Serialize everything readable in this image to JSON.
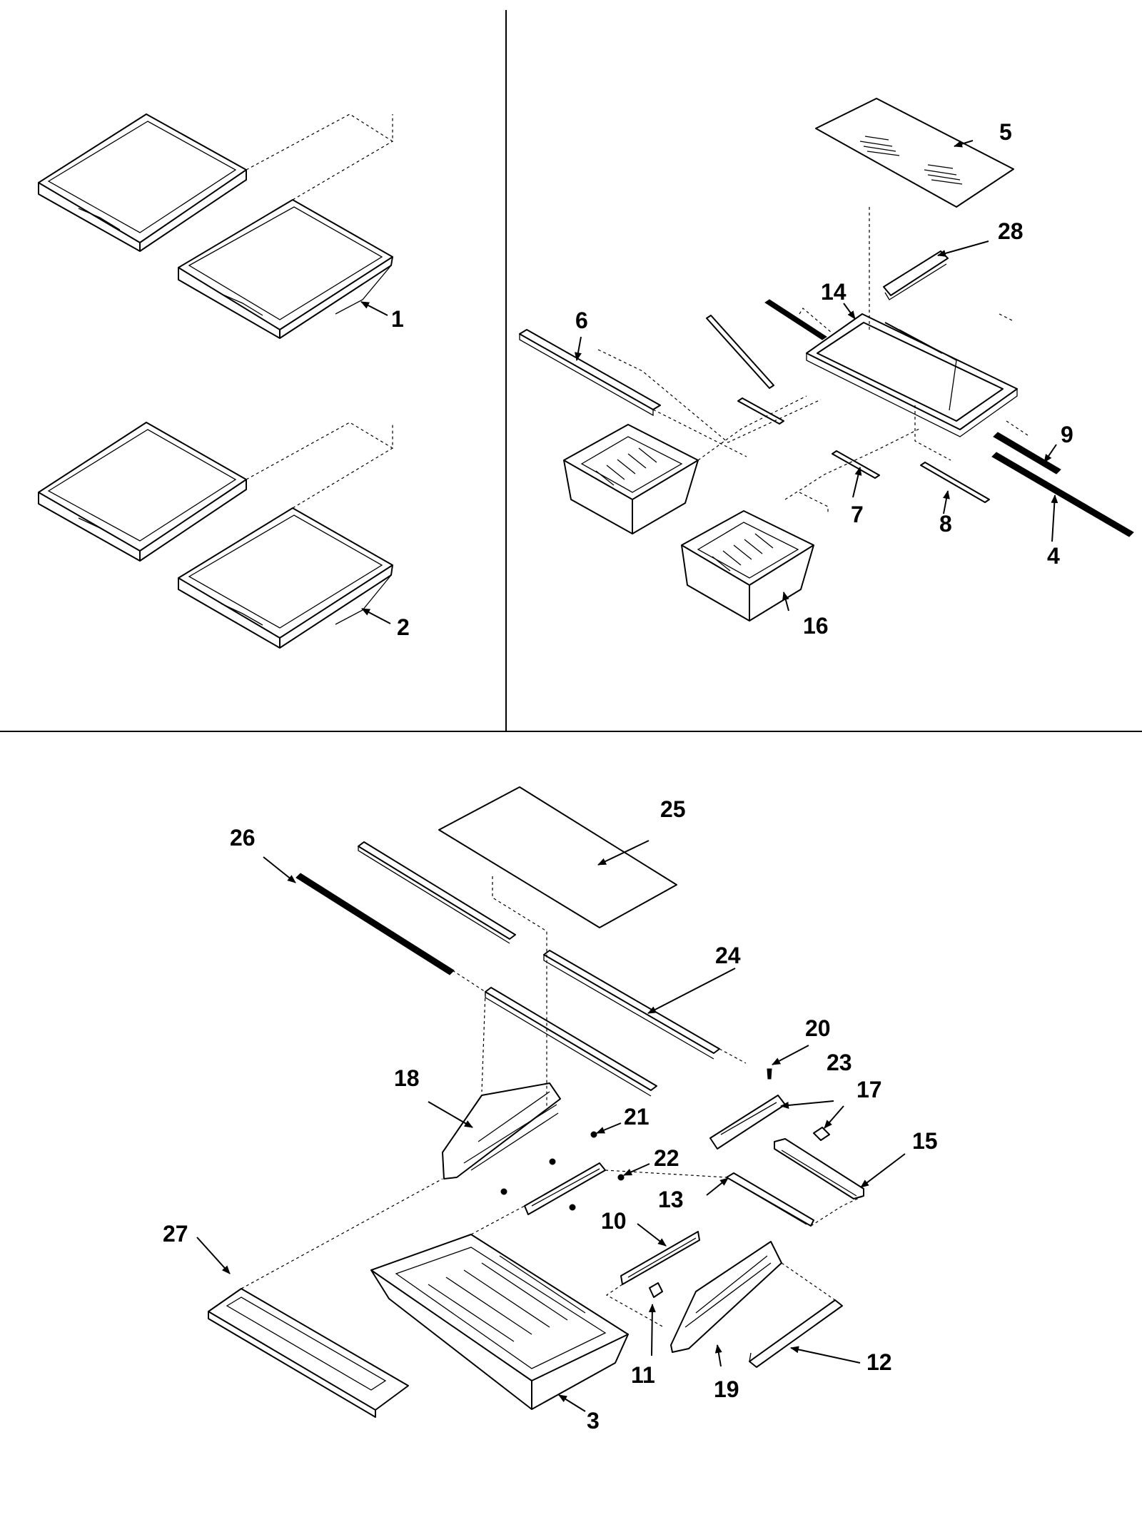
{
  "diagram": {
    "colors": {
      "line": "#000000",
      "background": "#ffffff"
    },
    "labels": {
      "p1": "1",
      "p2": "2",
      "p3": "3",
      "p4": "4",
      "p5": "5",
      "p6": "6",
      "p7": "7",
      "p8": "8",
      "p9": "9",
      "p10": "10",
      "p11": "11",
      "p12": "12",
      "p13": "13",
      "p14": "14",
      "p15": "15",
      "p16": "16",
      "p17": "17",
      "p18": "18",
      "p19": "19",
      "p20": "20",
      "p21": "21",
      "p22": "22",
      "p23": "23",
      "p24": "24",
      "p25": "25",
      "p26": "26",
      "p27": "27",
      "p28": "28"
    }
  }
}
